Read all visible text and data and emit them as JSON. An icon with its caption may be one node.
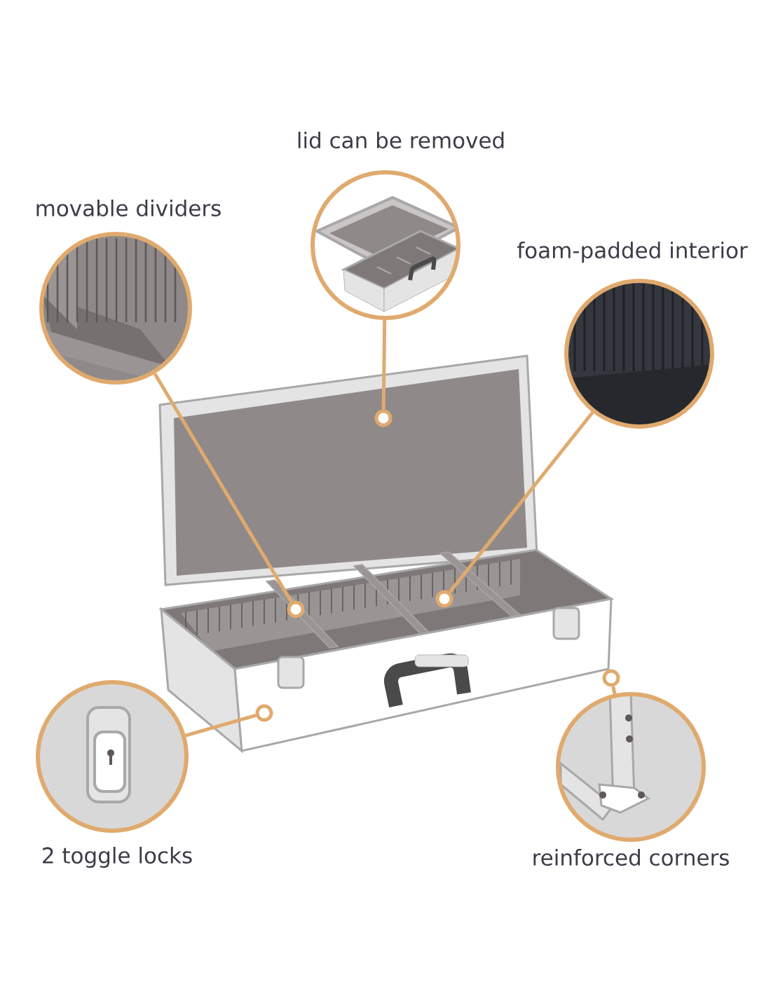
{
  "diagram": {
    "nodes": [
      {
        "text": [
          "lid can be removed"
        ]
      },
      {
        "text": [
          "movable dividers"
        ]
      },
      {
        "text": [
          "foam-padded interior"
        ]
      },
      {
        "text": [],
        "shape": "picture"
      },
      {
        "text": [],
        "shape": "circle",
        "in": 3
      },
      {
        "text": [],
        "shape": "circle",
        "in": 3
      },
      {
        "text": [],
        "shape": "circle",
        "in": 3
      },
      {
        "text": [],
        "shape": "circle",
        "in": 3
      },
      {
        "text": [],
        "shape": "circle",
        "in": 3
      },
      {
        "text": [
          "2 toggle locks"
        ]
      },
      {
        "text": [
          "reinforced corners"
        ]
      }
    ],
    "edges": [
      {
        "from": 0,
        "to": 4,
        "arrow": "none"
      },
      {
        "from": 1,
        "to": 5,
        "arrow": "none"
      },
      {
        "from": 2,
        "to": 6,
        "arrow": "none"
      },
      {
        "from": 9,
        "to": 7,
        "arrow": "none"
      },
      {
        "from": 10,
        "to": 8,
        "arrow": "none"
      }
    ]
  }
}
